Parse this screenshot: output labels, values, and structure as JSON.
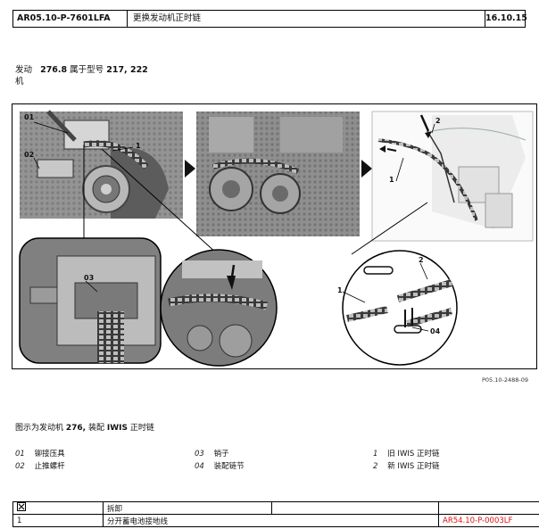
{
  "header": {
    "doc_code": "AR05.10-P-7601LFA",
    "title": "更换发动机正时链",
    "date": "16.10.15"
  },
  "engine_line": {
    "prefix": "发动",
    "prefix2": "机",
    "model": "276.8",
    "middle": "属于型号",
    "types": "217, 222"
  },
  "figure": {
    "ref": "P05.10-2488-09",
    "callouts": [
      "01",
      "02",
      "1",
      "03",
      "2",
      "1",
      "2",
      "1",
      "04"
    ]
  },
  "caption": {
    "text_prefix": "图示为发动机",
    "engine": "276,",
    "text_mid": "装配",
    "chain": "IWIS",
    "text_suffix": "正时链"
  },
  "legend": [
    {
      "key": "01",
      "label": "铆接压具"
    },
    {
      "key": "02",
      "label": "止推螺杆"
    },
    {
      "key": "03",
      "label": "销子"
    },
    {
      "key": "04",
      "label": "装配链节"
    },
    {
      "key": "1",
      "label": "旧 IWIS 正时链"
    },
    {
      "key": "2",
      "label": "新 IWIS 正时链"
    }
  ],
  "table": {
    "header_icon": "tools-icon",
    "header_label": "拆卸",
    "rows": [
      {
        "num": "1",
        "text": "分开蓄电池接地线",
        "ref": "AR54.10-P-0003LF"
      }
    ]
  },
  "colors": {
    "ref_link": "#dd1111"
  }
}
